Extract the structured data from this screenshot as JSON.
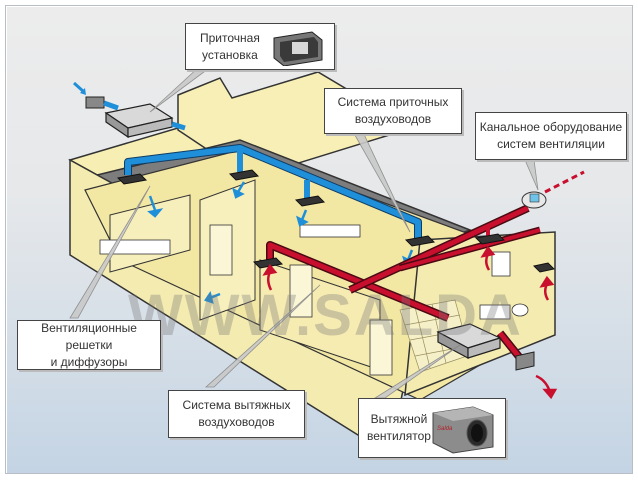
{
  "diagram": {
    "title_hidden": "",
    "watermark": "WWW.SALDA",
    "colors": {
      "supply_duct": "#1e8fd8",
      "exhaust_duct": "#c8102e",
      "wall": "#f6eeb2",
      "wall_shade": "#efe39a",
      "roof_slab": "#8a8a8a",
      "background_top": "#ececec",
      "background_bottom": "#c4d4e4"
    },
    "callouts": {
      "supply_unit": "Приточная\nустановка",
      "supply_ducts": "Система приточных\nвоздуховодов",
      "duct_equipment": "Канальное оборудование\nсистем вентиляции",
      "grilles_diffusers": "Вентиляционные решетки\nи диффузоры",
      "exhaust_ducts": "Система вытяжных\nвоздуховодов",
      "exhaust_fan": "Вытяжной\nвентилятор"
    },
    "fan_brand": "Salda"
  }
}
